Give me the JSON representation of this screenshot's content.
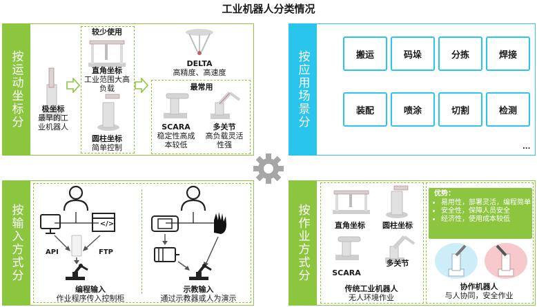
{
  "title": "工业机器人分类情况",
  "motion": {
    "side": "按运动坐标分",
    "polar": {
      "name": "极坐标",
      "desc": "最早的工业机器人"
    },
    "less_used": "较少使用",
    "cartesian": {
      "name": "直角坐标",
      "desc": "工业范围大高负载"
    },
    "cylindrical": {
      "name": "圆柱坐标",
      "desc": "简单控制"
    },
    "delta": {
      "name": "DELTA",
      "desc": "高精度、高速度"
    },
    "most_used": "最常用",
    "scara": {
      "name": "SCARA",
      "desc": "稳定性高成本较低"
    },
    "articulated": {
      "name": "多关节",
      "desc": "高负载灵活性强"
    }
  },
  "application": {
    "side": "按应用场景分",
    "tiles": [
      "搬运",
      "码垛",
      "分拣",
      "焊接",
      "装配",
      "喷涂",
      "切割",
      "检测"
    ],
    "more": "..."
  },
  "input": {
    "side": "按输入方式分",
    "api": "API",
    "ftp": "FTP",
    "code_icon": "</>",
    "programming": {
      "name": "编程输入",
      "desc": "作业程序传入控制柜"
    },
    "teaching": {
      "name": "示教输入",
      "desc": "通过示教器或人为演示"
    }
  },
  "work": {
    "side": "按作业方式分",
    "cartesian": "直角坐标",
    "cylindrical": "圆柱坐标",
    "scara": "SCARA",
    "articulated": "多关节",
    "traditional": {
      "name": "传统工业机器人",
      "desc": "无人环境作业"
    },
    "advantages": {
      "heading": "优势：",
      "items": [
        "易用性，部署灵活，编程简单",
        "安全性，保障人员安全",
        "经济性，使用成本较低"
      ]
    },
    "cobot": {
      "name": "协作机器人",
      "desc": "与人协同，安全作业"
    }
  },
  "colors": {
    "green": "#8cc63f",
    "blue": "#29c5ec",
    "gear": "#a6a6a6"
  }
}
